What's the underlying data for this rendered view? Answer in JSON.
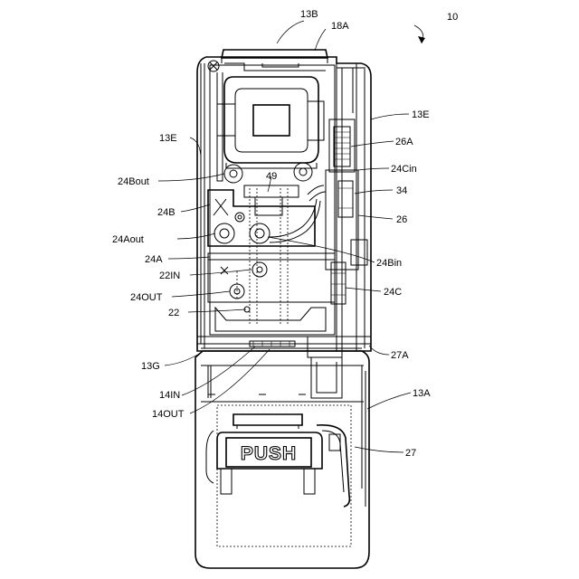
{
  "figure": {
    "push_text": "PUSH",
    "labels": {
      "l10": "10",
      "l13B": "13B",
      "l18A": "18A",
      "l13E_right": "13E",
      "l26A": "26A",
      "l13E_left": "13E",
      "l24Cin": "24Cin",
      "l24Bout": "24Bout",
      "l49": "49",
      "l34": "34",
      "l24B": "24B",
      "l26": "26",
      "l24Aout": "24Aout",
      "l24A": "24A",
      "l24Bin": "24Bin",
      "l22IN": "22IN",
      "l24OUT": "24OUT",
      "l24C": "24C",
      "l22": "22",
      "l13G": "13G",
      "l27A": "27A",
      "l14IN": "14IN",
      "l13A": "13A",
      "l14OUT": "14OUT",
      "l27": "27"
    }
  }
}
